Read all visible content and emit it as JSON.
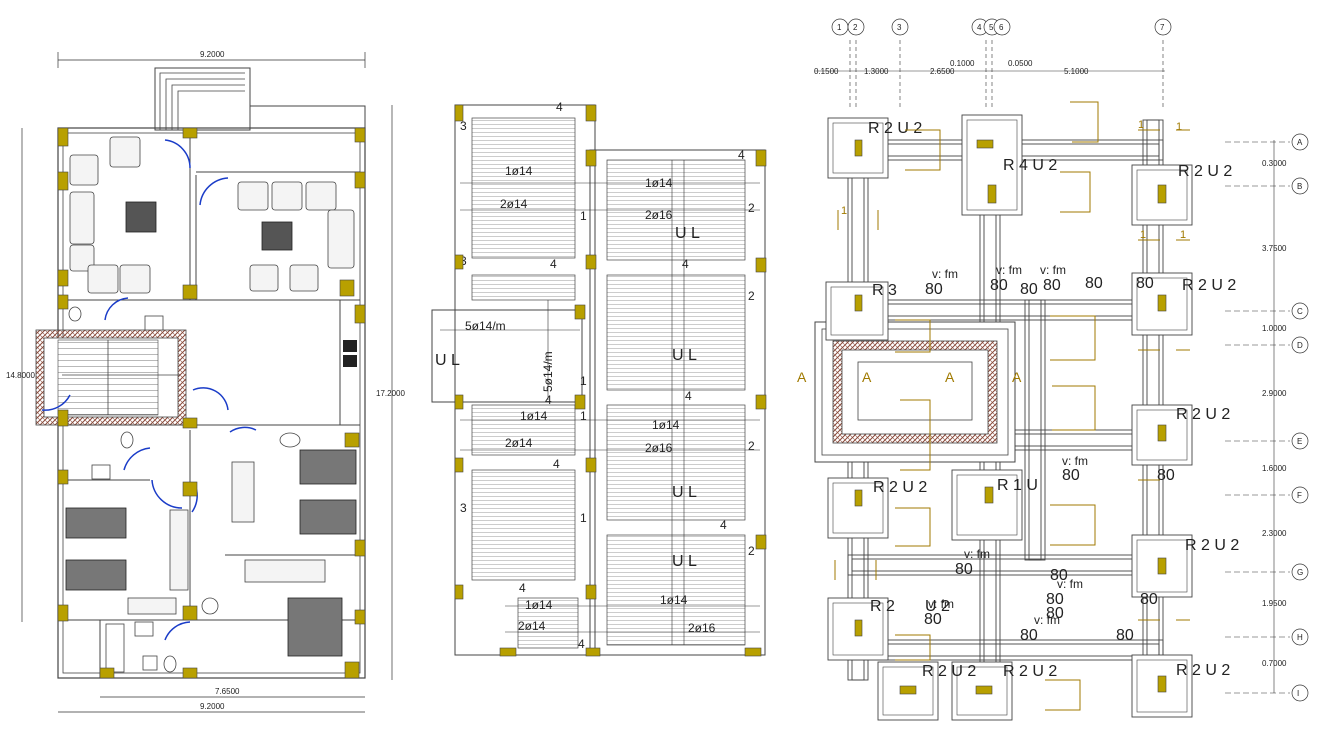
{
  "colors": {
    "wall": "#444444",
    "column": "#b8a000",
    "hatch": "#8a4a3a",
    "rebar": "#555555",
    "annot": "#a07a00",
    "grid": "#333333"
  },
  "plan1": {
    "dims": {
      "top": "9.2000",
      "bottom1": "7.6500",
      "bottom2": "9.2000",
      "left": "14.8000",
      "right": "17.2000"
    },
    "icons": [
      "sofa-icon",
      "armchair-icon",
      "table-icon",
      "bed-icon",
      "toilet-icon",
      "sink-icon",
      "stair-icon",
      "door-icon"
    ]
  },
  "plan2": {
    "labels": {
      "r1": "1ø14",
      "r2": "2ø14",
      "r3": "1ø14",
      "r4": "2ø16",
      "r5": "5ø14/m",
      "r6": "5ø14/m",
      "r7": "1ø14",
      "r8": "2ø14",
      "r9": "1ø14",
      "r10": "2ø16",
      "r11": "1ø14",
      "r12": "2ø14",
      "r13": "1ø14",
      "r14": "2ø16",
      "ul1": "U L",
      "ul2": "U L",
      "ul3": "U L",
      "ul4": "U L",
      "ul5": "U L"
    },
    "marks": [
      "4",
      "4",
      "4",
      "4",
      "4",
      "4",
      "4",
      "4",
      "4",
      "4",
      "3",
      "3",
      "3",
      "2",
      "2",
      "2",
      "2",
      "1",
      "1",
      "1",
      "1"
    ]
  },
  "plan3": {
    "grid_cols": [
      "1",
      "2",
      "3",
      "4",
      "5",
      "6",
      "7"
    ],
    "grid_rows": [
      "A",
      "B",
      "C",
      "D",
      "E",
      "F",
      "G",
      "H",
      "I"
    ],
    "top_dims": [
      "0.1500",
      "1.3000",
      "2.6500",
      "0.1000",
      "0.0500",
      "5.1000"
    ],
    "right_dims": [
      "0.3000",
      "3.7500",
      "1.0000",
      "2.9000",
      "1.6000",
      "2.3000",
      "1.9500",
      "0.7000"
    ],
    "footings": [
      "R 2 U 2",
      "R 4 U 2",
      "R 2 U 2",
      "R 3",
      "R 2 U 2",
      "R 2 U 2",
      "R 2 U 2",
      "R 1 U",
      "R 2 U 2",
      "R 2",
      "U 2",
      "R 2 U 2",
      "R 2 U 2",
      "R 2 U 2"
    ],
    "tags": [
      "v: fm",
      "v: fm",
      "v: fm",
      "v: fm",
      "v: fm",
      "v: fm",
      "v: fm",
      "v: fm"
    ],
    "nums": [
      "80",
      "80",
      "80",
      "80",
      "80",
      "80",
      "80",
      "80",
      "80",
      "80",
      "80",
      "80",
      "80",
      "80",
      "80",
      "80"
    ],
    "section": [
      "A",
      "A",
      "A",
      "A"
    ]
  }
}
